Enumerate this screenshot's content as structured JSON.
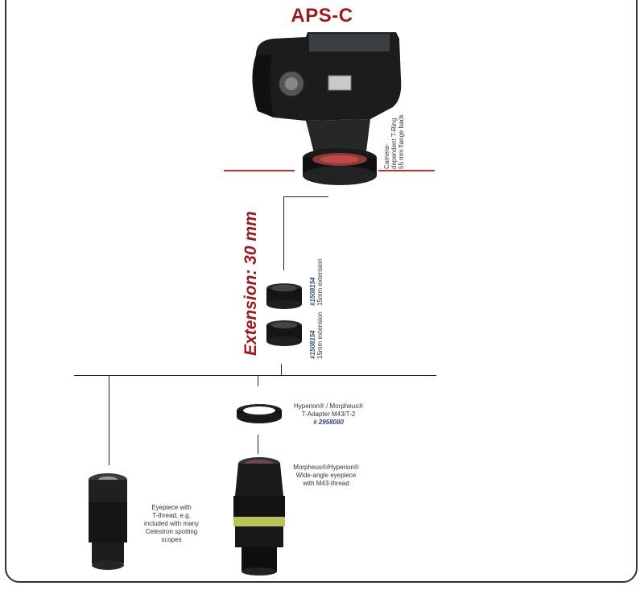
{
  "title": "APS-C",
  "extension_label": "Extension: 30 mm",
  "t_ring": {
    "line1": "Camera-",
    "line2": "dependent T-Ring",
    "line3": "55 mm flange back"
  },
  "ext_ring_top": {
    "part_number": "#1508154",
    "desc": "15mm extension"
  },
  "ext_ring_bottom": {
    "part_number": "#1508154",
    "desc": "15mm extension"
  },
  "t_adapter": {
    "line1": "Hyperion® / Morpheus®",
    "line2": "T-Adapter M43/T-2",
    "part_number": "# 2958080"
  },
  "wide_eyepiece": {
    "line1": "Morpheus®/Hyperion®",
    "line2": "Wide-angle eyepiece",
    "line3": "with M43-thread"
  },
  "t_eyepiece": {
    "line1": "Eyepiece with",
    "line2": "T-thread, e.g.",
    "line3": "included with many",
    "line4": "Celestron spotting",
    "line5": "scopes"
  },
  "colors": {
    "accent_red": "#9a1b1f",
    "part_number_blue": "#2e4a7e",
    "camera_body": "#1c1c1c"
  }
}
